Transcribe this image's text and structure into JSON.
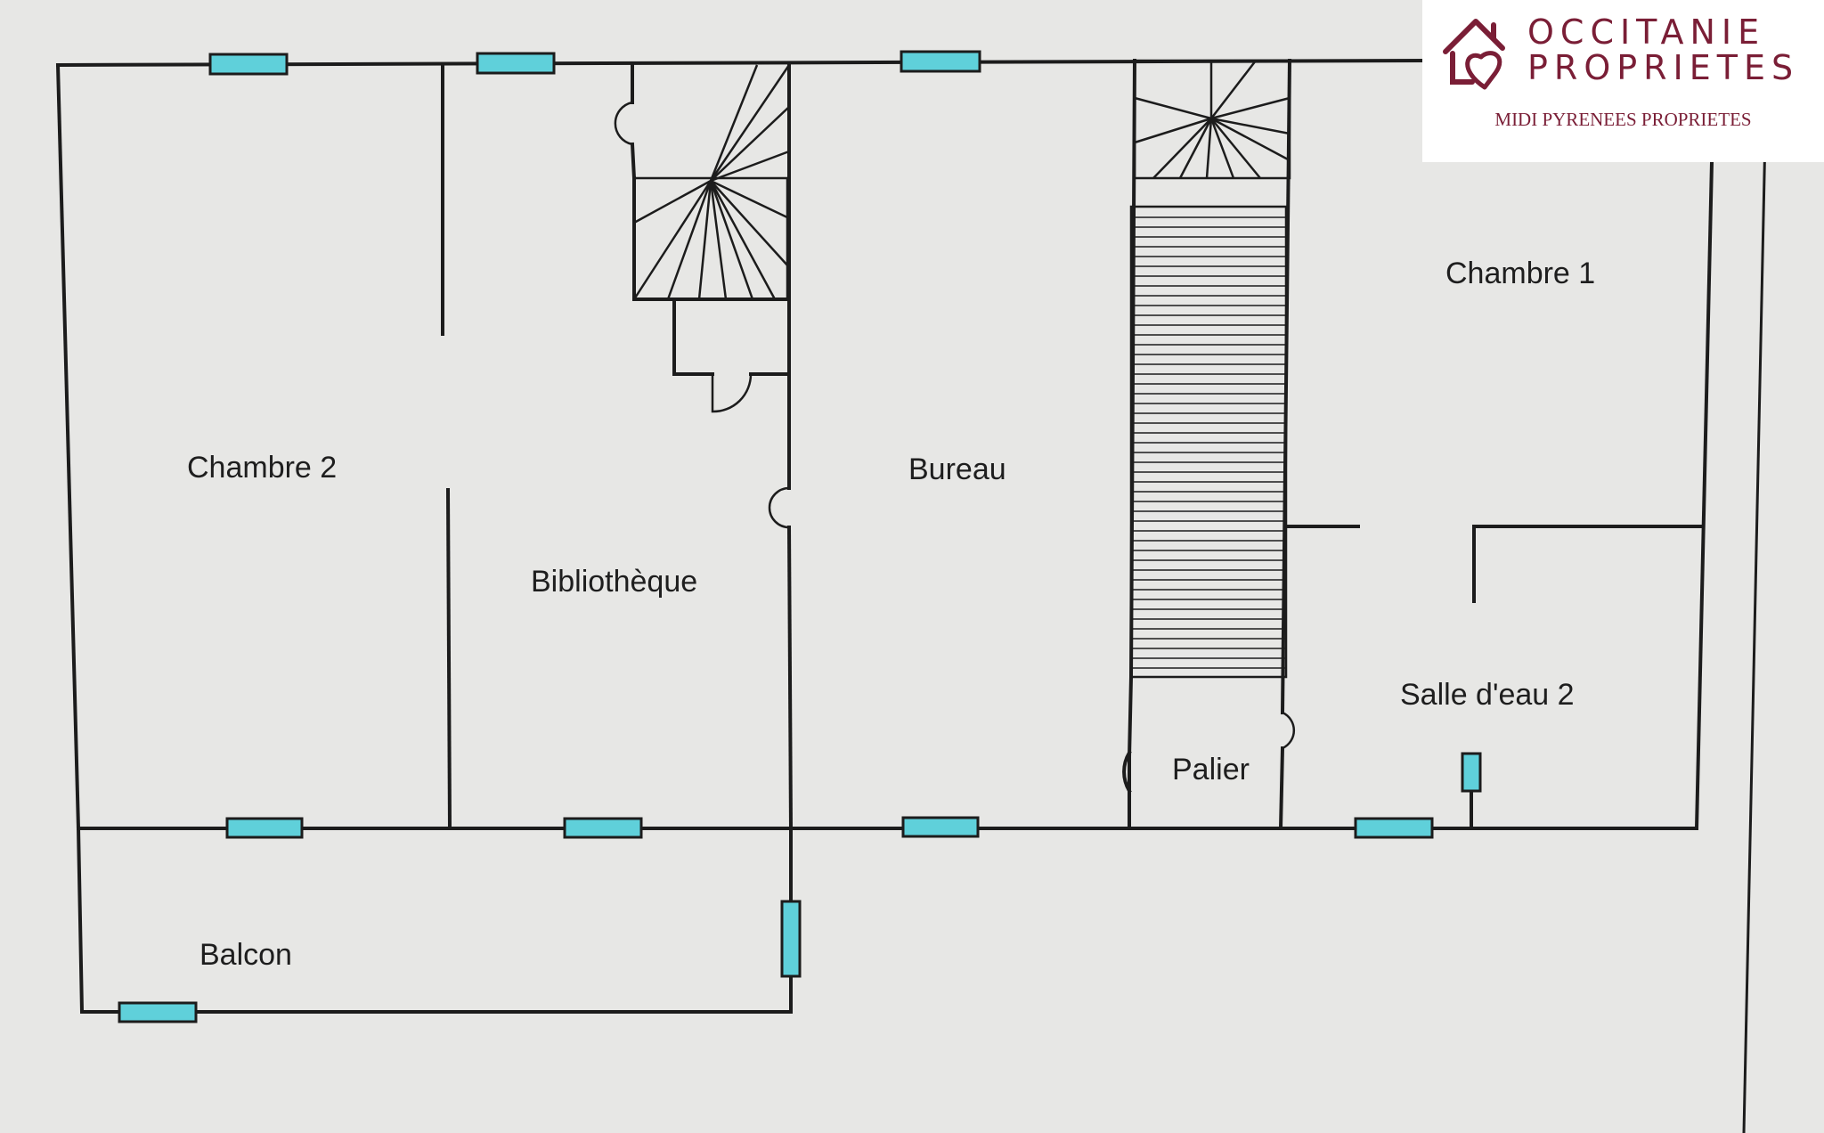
{
  "rooms": {
    "chambre2": "Chambre 2",
    "bibliotheque": "Bibliothèque",
    "bureau": "Bureau",
    "chambre1": "Chambre 1",
    "salle_eau2": "Salle d'eau 2",
    "palier": "Palier",
    "balcon": "Balcon"
  },
  "logo": {
    "line1": "OCCITANIE",
    "line2": "PROPRIETES",
    "subtitle": "MIDI PYRENEES PROPRIETES"
  },
  "colors": {
    "window": "#5fd0da",
    "brand": "#7a1e36",
    "wall": "#1c1c1c",
    "paper": "#e7e7e5"
  }
}
